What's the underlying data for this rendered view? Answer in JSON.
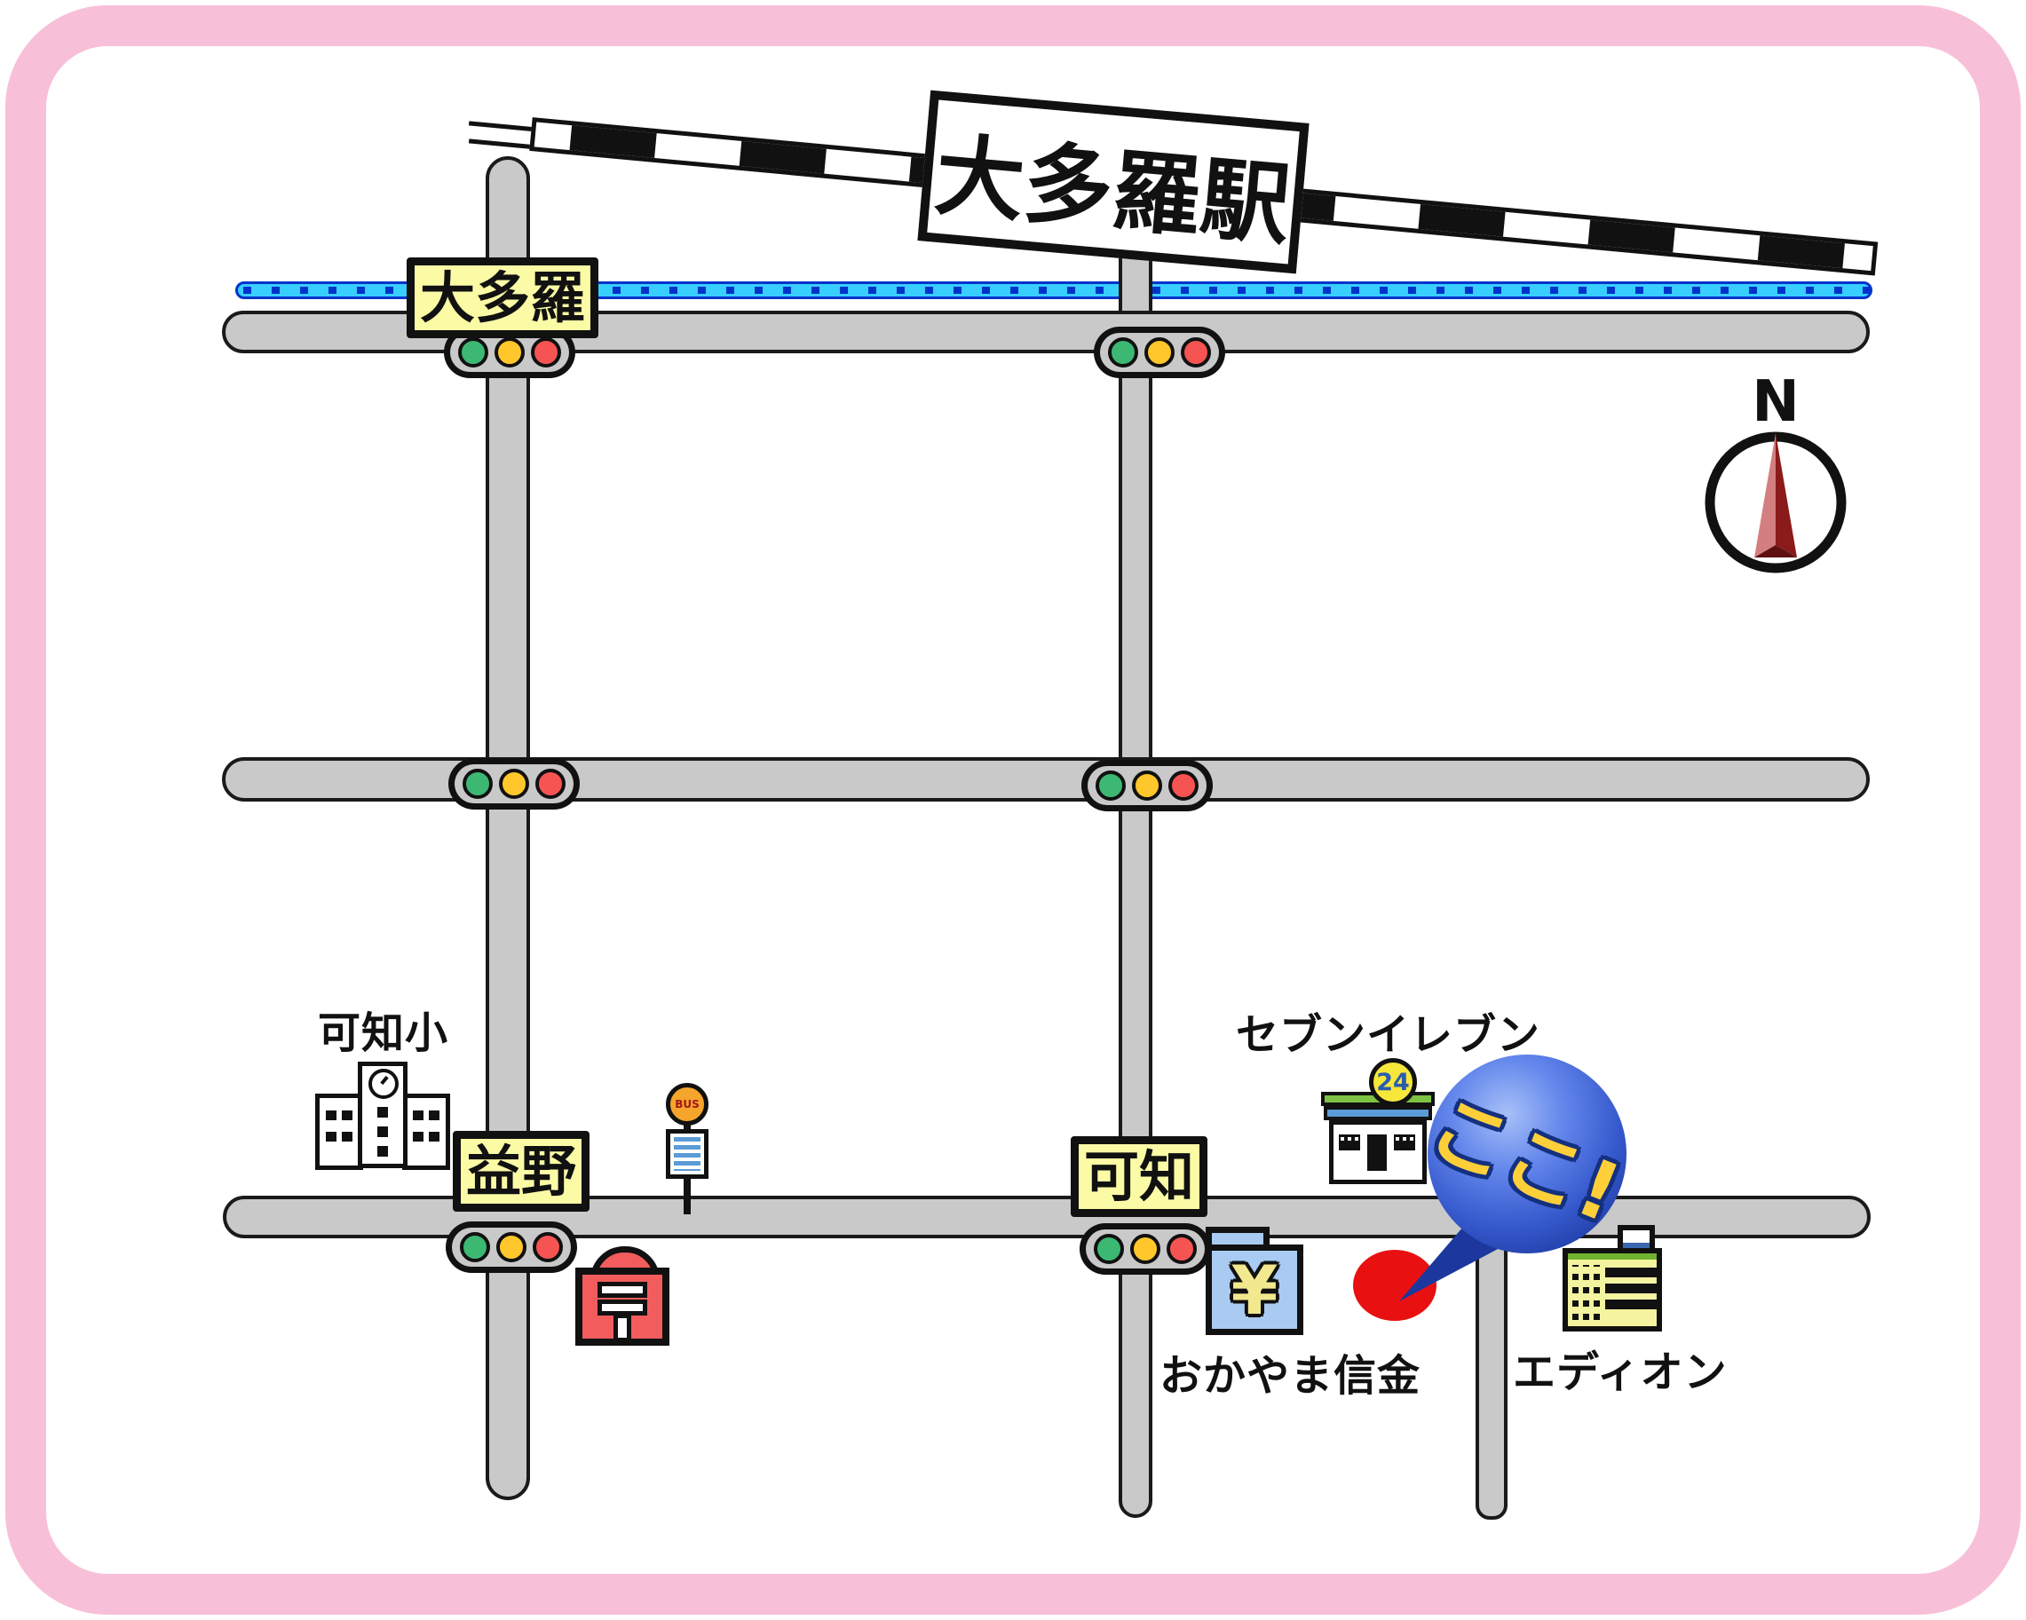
{
  "signs": {
    "station": "大多羅駅",
    "intersections": {
      "odara": "大多羅",
      "masuno": "益野",
      "kachi": "可知"
    }
  },
  "places": {
    "school": "可知小",
    "convenience": "セブンイレブン",
    "badge_24": "24",
    "bank_name": "おかやま信金",
    "electronics": "エディオン",
    "bus_sign": "BUS",
    "here_callout": "ここ!",
    "yen_symbol": "¥",
    "post_symbol": "〒"
  },
  "compass": {
    "north": "N"
  },
  "colors": {
    "frame_pink": "#F8C0D8",
    "road_gray": "#C9C9C9",
    "label_yellow": "#FBFBA6",
    "rail_blue": "#38CEFF",
    "rail_dot_navy": "#0033CC",
    "signal_green": "#3DB873",
    "signal_yellow": "#FFC72C",
    "signal_red": "#F65353",
    "post_red": "#F25C5C",
    "bank_blue": "#A9CBF2",
    "bubble_blue": "#2C50C0",
    "here_text_yellow": "#FFCF3A",
    "marker_red": "#E81010",
    "store_green": "#7DC242",
    "store_blue": "#5B9BD5",
    "badge_yellow": "#F7E73A",
    "edion_yellow": "#F3F3A0",
    "compass_red": "#8B1A1A",
    "bus_orange": "#F5A52B"
  }
}
